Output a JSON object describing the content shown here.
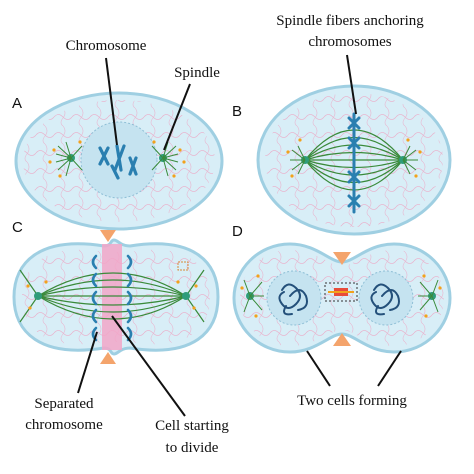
{
  "panels": {
    "a": "A",
    "b": "B",
    "c": "C",
    "d": "D"
  },
  "labels": {
    "chromosome": "Chromosome",
    "spindle": "Spindle",
    "spindle_fibers_line1": "Spindle fibers anchoring",
    "spindle_fibers_line2": "chromosomes",
    "separated_line1": "Separated",
    "separated_line2": "chromosome",
    "cell_starting_line1": "Cell starting",
    "cell_starting_line2": "to divide",
    "two_cells": "Two cells forming"
  },
  "colors": {
    "cell_fill": "#d8eef7",
    "cell_edge": "#9fcfe2",
    "nucleus_fill": "#c5e3f0",
    "chromosome": "#2a7fb0",
    "fiber": "#3a8a3a",
    "centrosome": "#2f9c7a",
    "dots": "#f2a21c",
    "arrow": "#f4a46c",
    "pink": "#f2a6c8",
    "network": "#e9a6c6"
  }
}
